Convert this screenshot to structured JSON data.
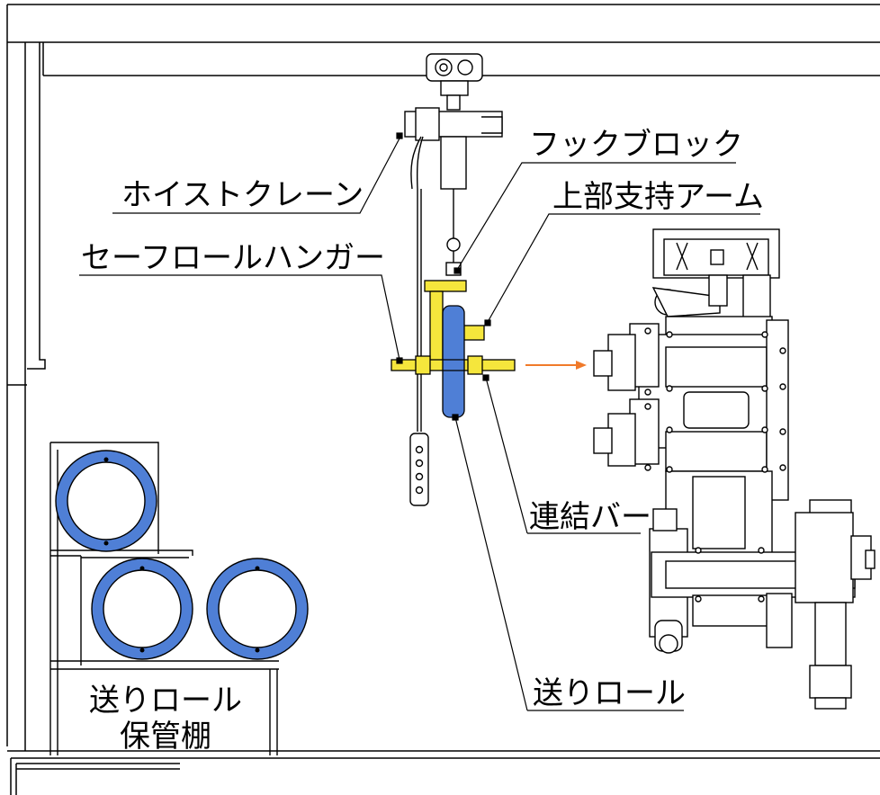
{
  "labels": {
    "hoist_crane": "ホイストクレーン",
    "hook_block": "フックブロック",
    "upper_arm": "上部支持アーム",
    "hanger": "セーフロールハンガー",
    "link_bar": "連結バー",
    "feed_roll": "送りロール",
    "storage_line1": "送りロール",
    "storage_line2": "保管棚"
  },
  "colors": {
    "hanger": "#f5e63c",
    "roll": "#4f7fd6",
    "arrow": "#f07a2a",
    "line": "#000000"
  }
}
